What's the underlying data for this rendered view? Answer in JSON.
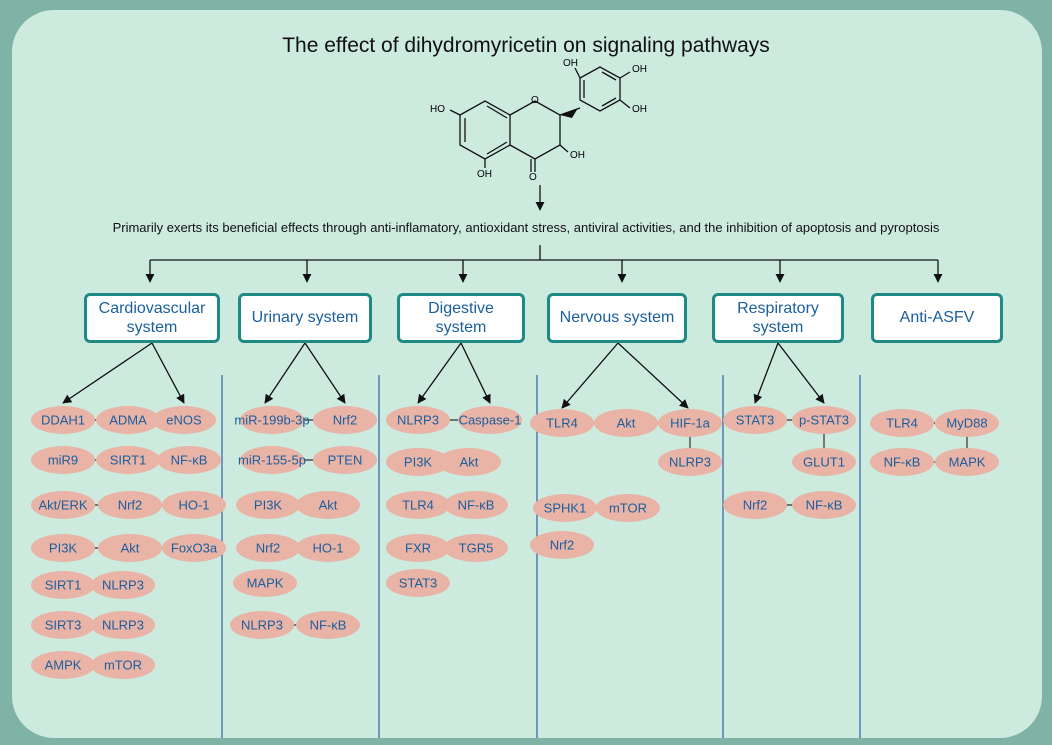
{
  "title": "The effect of dihydromyricetin on signaling pathways",
  "summary": "Primarily exerts its beneficial effects through anti-inflamatory, antioxidant stress, antiviral activities, and the inhibition of apoptosis and pyroptosis",
  "molecule_labels": {
    "oh_top_left": "OH",
    "oh_top_right": "OH",
    "oh_right": "OH",
    "ho_left": "HO",
    "oh_mid": "OH",
    "oh_bottom": "OH",
    "o_ring": "O",
    "o_carbonyl": "O"
  },
  "systems": [
    {
      "id": "cardio",
      "label": "Cardiovascular system"
    },
    {
      "id": "urinary",
      "label": "Urinary system"
    },
    {
      "id": "digestive",
      "label": "Digestive system"
    },
    {
      "id": "nervous",
      "label": "Nervous system"
    },
    {
      "id": "respiratory",
      "label": "Respiratory system"
    },
    {
      "id": "asfv",
      "label": "Anti-ASFV"
    }
  ],
  "nodes": {
    "c1": "DDAH1",
    "c2": "ADMA",
    "c3": "eNOS",
    "c4": "miR9",
    "c5": "SIRT1",
    "c6": "NF-κB",
    "c7": "Akt/ERK",
    "c8": "Nrf2",
    "c9": "HO-1",
    "c10": "PI3K",
    "c11": "Akt",
    "c12": "FoxO3a",
    "c13": "SIRT1",
    "c14": "NLRP3",
    "c15": "SIRT3",
    "c16": "NLRP3",
    "c17": "AMPK",
    "c18": "mTOR",
    "u1": "miR-199b-3p",
    "u2": "Nrf2",
    "u3": "miR-155-5p",
    "u4": "PTEN",
    "u5": "PI3K",
    "u6": "Akt",
    "u7": "Nrf2",
    "u8": "HO-1",
    "u9": "MAPK",
    "u10": "NLRP3",
    "u11": "NF-κB",
    "d1": "NLRP3",
    "d2": "Caspase-1",
    "d3": "PI3K",
    "d4": "Akt",
    "d5": "TLR4",
    "d6": "NF-κB",
    "d7": "FXR",
    "d8": "TGR5",
    "d9": "STAT3",
    "n1": "TLR4",
    "n2": "Akt",
    "n3": "HIF-1a",
    "n4": "NLRP3",
    "n5": "SPHK1",
    "n6": "mTOR",
    "n7": "Nrf2",
    "r1": "STAT3",
    "r2": "p-STAT3",
    "r3": "GLUT1",
    "r4": "Nrf2",
    "r5": "NF-κB",
    "a1": "TLR4",
    "a2": "MyD88",
    "a3": "NF-κB",
    "a4": "MAPK"
  },
  "colors": {
    "frame": "#7fb3a5",
    "panel": "#cdeadf",
    "box_border": "#1f8a84",
    "box_text": "#1a5f9e",
    "node_fill": "#e9b3a6",
    "divider": "#2f5fa8"
  }
}
